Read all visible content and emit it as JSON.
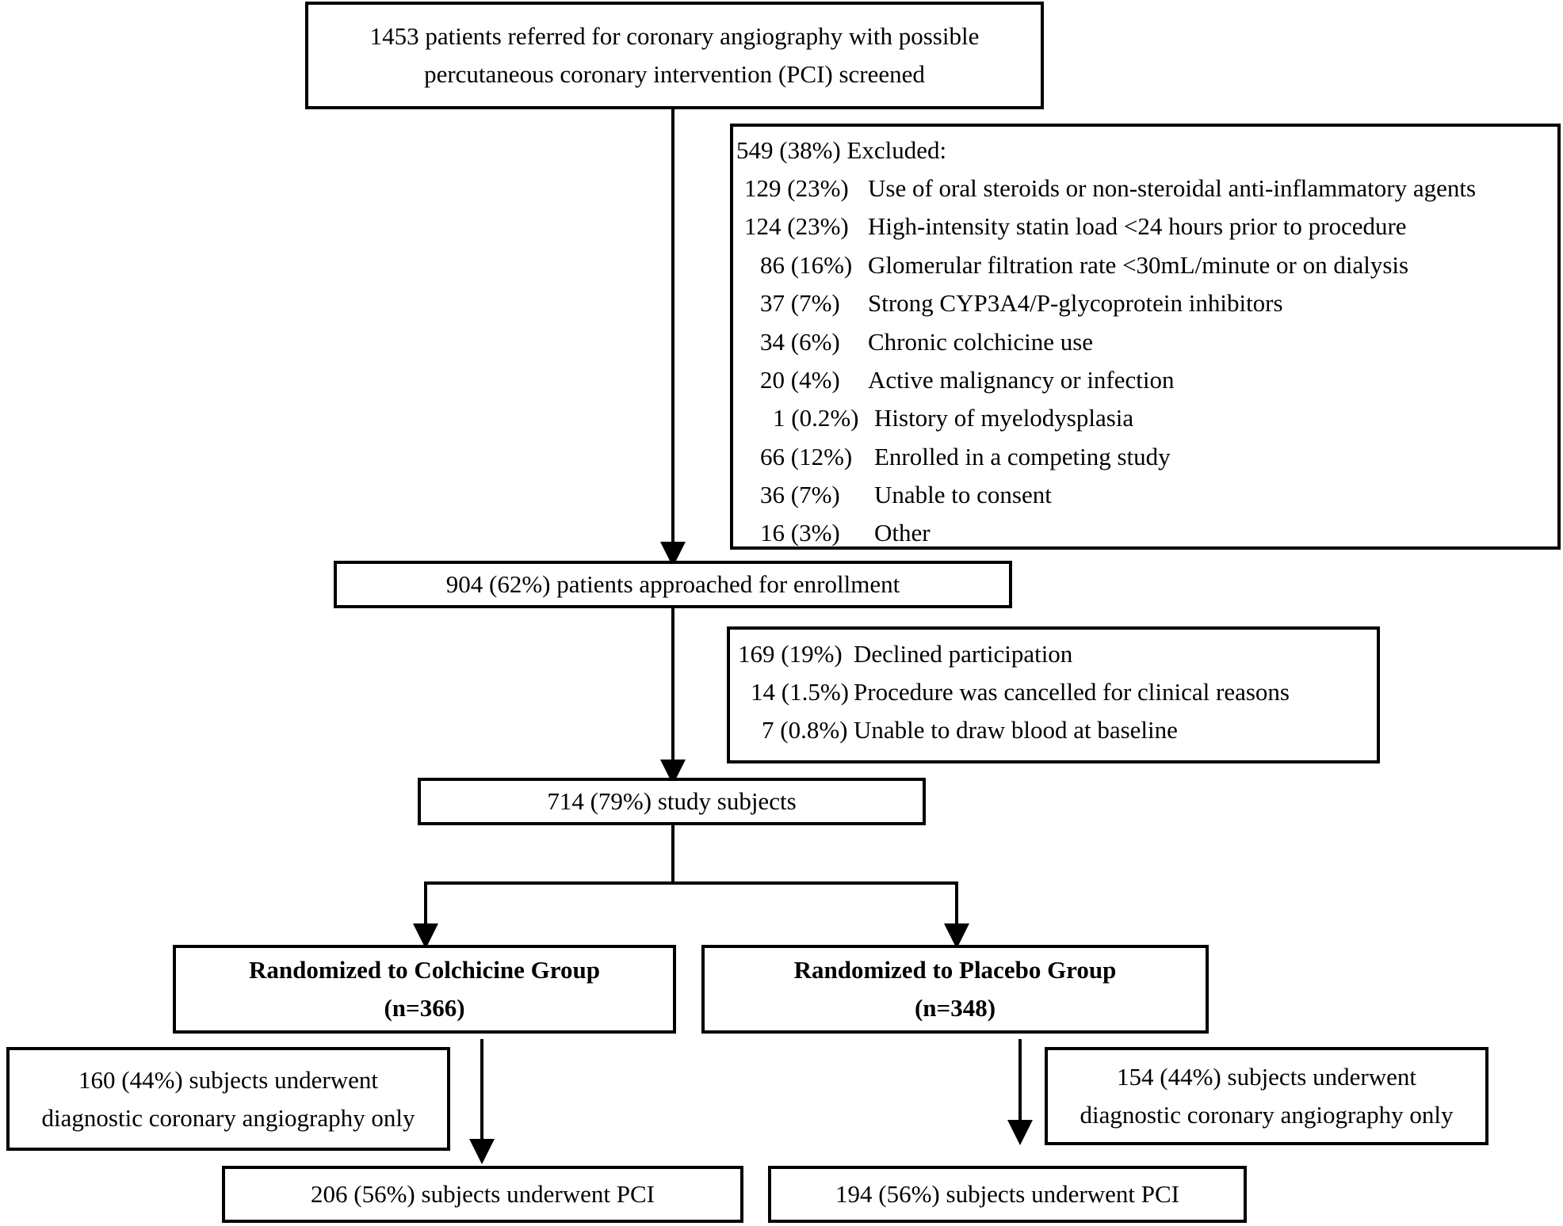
{
  "screened": {
    "line1": "1453 patients referred for coronary angiography with possible",
    "line2": "percutaneous coronary intervention (PCI) screened"
  },
  "excluded": {
    "header": "549 (38%) Excluded:",
    "items": [
      {
        "count": "129 (23%)",
        "reason": "Use of oral steroids or non-steroidal anti-inflammatory agents"
      },
      {
        "count": "124 (23%)",
        "reason": "High-intensity statin load <24 hours prior to procedure"
      },
      {
        "count": "86 (16%)",
        "reason": "Glomerular filtration rate <30mL/minute or on dialysis"
      },
      {
        "count": "37 (7%)",
        "reason": "Strong CYP3A4/P-glycoprotein inhibitors"
      },
      {
        "count": "34 (6%)",
        "reason": "Chronic colchicine use"
      },
      {
        "count": "20 (4%)",
        "reason": "Active malignancy or infection"
      },
      {
        "count": "1 (0.2%)",
        "reason": "History of myelodysplasia"
      },
      {
        "count": "66 (12%)",
        "reason": "Enrolled in a competing study"
      },
      {
        "count": "36 (7%)",
        "reason": "Unable to consent"
      },
      {
        "count": "16 (3%)",
        "reason": "Other"
      }
    ]
  },
  "approached": "904 (62%) patients approached for enrollment",
  "declined": {
    "items": [
      {
        "count": "169 (19%)",
        "reason": "Declined participation"
      },
      {
        "count": "14 (1.5%)",
        "reason": "Procedure was cancelled for clinical reasons"
      },
      {
        "count": "7 (0.8%)",
        "reason": "Unable to draw blood at baseline"
      }
    ]
  },
  "study_subjects": "714 (79%) study subjects",
  "colchicine": {
    "title": "Randomized to Colchicine Group",
    "n": "(n=366)",
    "diagnostic_line1": "160 (44%) subjects underwent",
    "diagnostic_line2": "diagnostic coronary angiography only",
    "pci": "206 (56%) subjects underwent PCI"
  },
  "placebo": {
    "title": "Randomized to Placebo Group",
    "n": "(n=348)",
    "diagnostic_line1": "154 (44%) subjects underwent",
    "diagnostic_line2": "diagnostic coronary angiography only",
    "pci": "194 (56%) subjects underwent PCI"
  }
}
